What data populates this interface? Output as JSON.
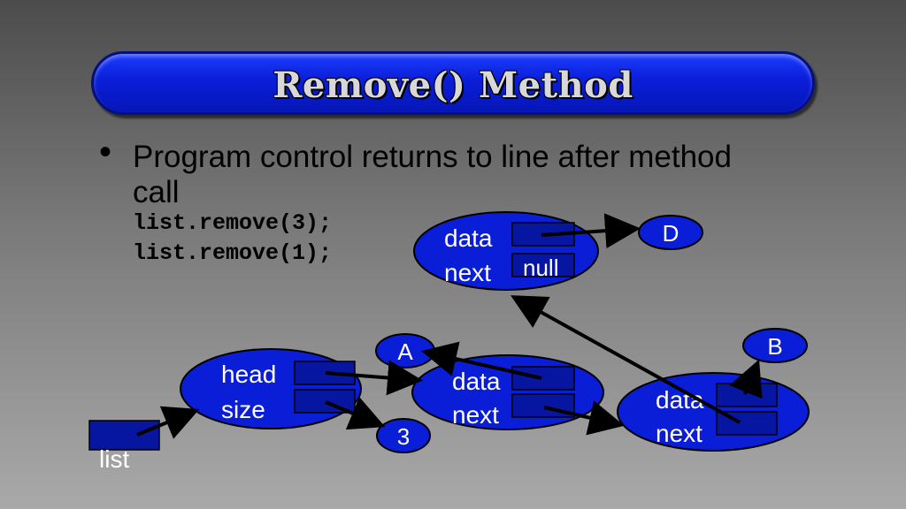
{
  "title": "Remove() Method",
  "bullet": {
    "symbol": "•",
    "text": "Program control returns to line after method call"
  },
  "code": {
    "line1": "list.remove(3);",
    "line2": "list.remove(1);"
  },
  "diagram": {
    "list_label": "list",
    "list_node": {
      "field1": "head",
      "field2": "size"
    },
    "node1": {
      "field1": "data",
      "field2": "next"
    },
    "node2": {
      "field1": "data",
      "field2": "next"
    },
    "node3": {
      "field1": "data",
      "field2": "next",
      "next_value": "null"
    },
    "values": {
      "A": "A",
      "B": "B",
      "D": "D",
      "size": "3"
    }
  },
  "colors": {
    "node_fill": "#0a1ed8",
    "field_box": "#0616a0",
    "title_text": "#d8d8d8"
  }
}
